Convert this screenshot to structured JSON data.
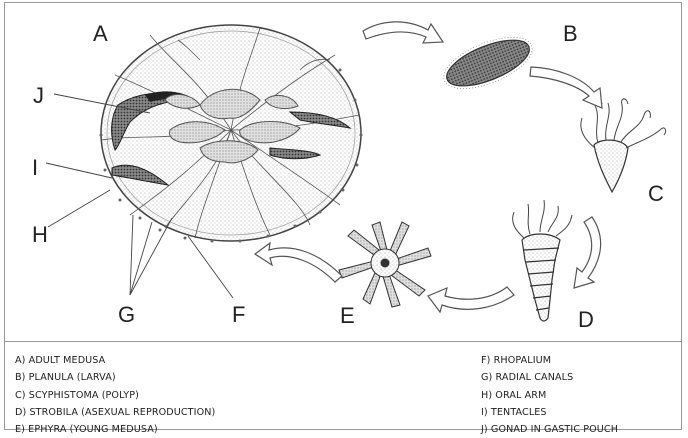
{
  "stage_labels": {
    "A": "A",
    "B": "B",
    "C": "C",
    "D": "D",
    "E": "E",
    "F": "F",
    "G": "G",
    "H": "H",
    "I": "I",
    "J": "J"
  },
  "legend_left": [
    "A) ADULT MEDUSA",
    "B) PLANULA (LARVA)",
    "C) SCYPHISTOMA (POLYP)",
    "D) STROBILA (ASEXUAL REPRODUCTION)",
    "E) EPHYRA (YOUNG MEDUSA)"
  ],
  "legend_right": [
    "F) RHOPALIUM",
    "G) RADIAL CANALS",
    "H) ORAL ARM",
    "I) TENTACLES",
    "J) GONAD IN GASTIC POUCH"
  ]
}
